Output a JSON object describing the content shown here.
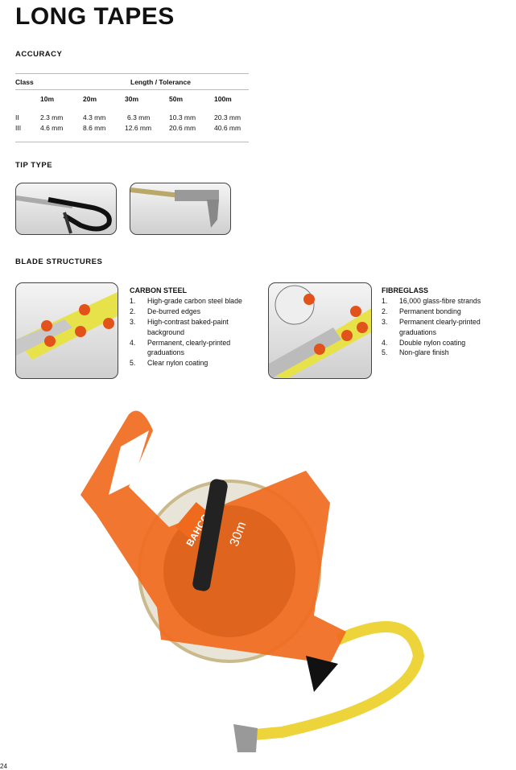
{
  "title": "LONG TAPES",
  "accuracy": {
    "heading": "ACCURACY",
    "class_label": "Class",
    "group_label": "Length / Tolerance",
    "columns": [
      "10m",
      "20m",
      "30m",
      "50m",
      "100m"
    ],
    "rows": [
      {
        "cls": "II",
        "values": [
          "2.3 mm",
          "4.3 mm",
          "6.3 mm",
          "10.3 mm",
          "20.3 mm"
        ]
      },
      {
        "cls": "III",
        "values": [
          "4.6 mm",
          "8.6 mm",
          "12.6 mm",
          "20.6 mm",
          "40.6 mm"
        ]
      }
    ]
  },
  "tip_type": {
    "heading": "TIP TYPE"
  },
  "blade": {
    "heading": "BLADE STRUCTURES",
    "carbon": {
      "title": "CARBON STEEL",
      "items": [
        "High-grade carbon steel blade",
        "De-burred edges",
        "High-contrast baked-paint background",
        "Permanent, clearly-printed graduations",
        "Clear nylon coating"
      ]
    },
    "fibre": {
      "title": "FIBREGLASS",
      "items": [
        "16,000 glass-fibre strands",
        "Permanent bonding",
        "Permanent clearly-printed graduations",
        "Double nylon coating",
        "Non-glare finish"
      ]
    }
  },
  "product": {
    "brand": "BAHCO",
    "length": "30m"
  },
  "page_number": "24"
}
